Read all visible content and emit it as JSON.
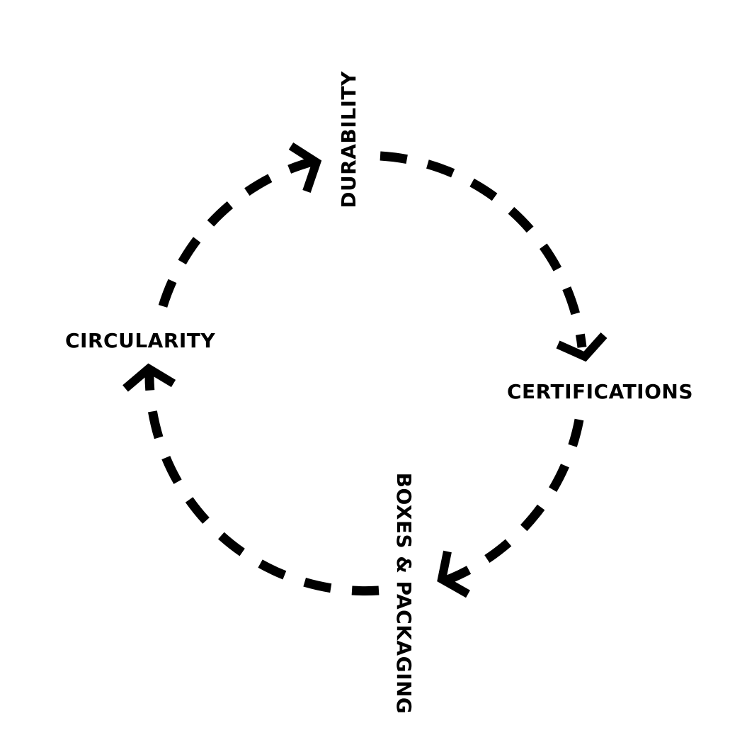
{
  "diagram": {
    "type": "cycle",
    "stroke_color": "#000000",
    "background_color": "#ffffff",
    "direction": "clockwise",
    "steps": [
      {
        "id": "durability",
        "label": "DURABILITY"
      },
      {
        "id": "certifications",
        "label": "CERTIFICATIONS"
      },
      {
        "id": "boxes-packaging",
        "label": "BOXES & PACKAGING"
      },
      {
        "id": "circularity",
        "label": "CIRCULARITY"
      }
    ]
  }
}
